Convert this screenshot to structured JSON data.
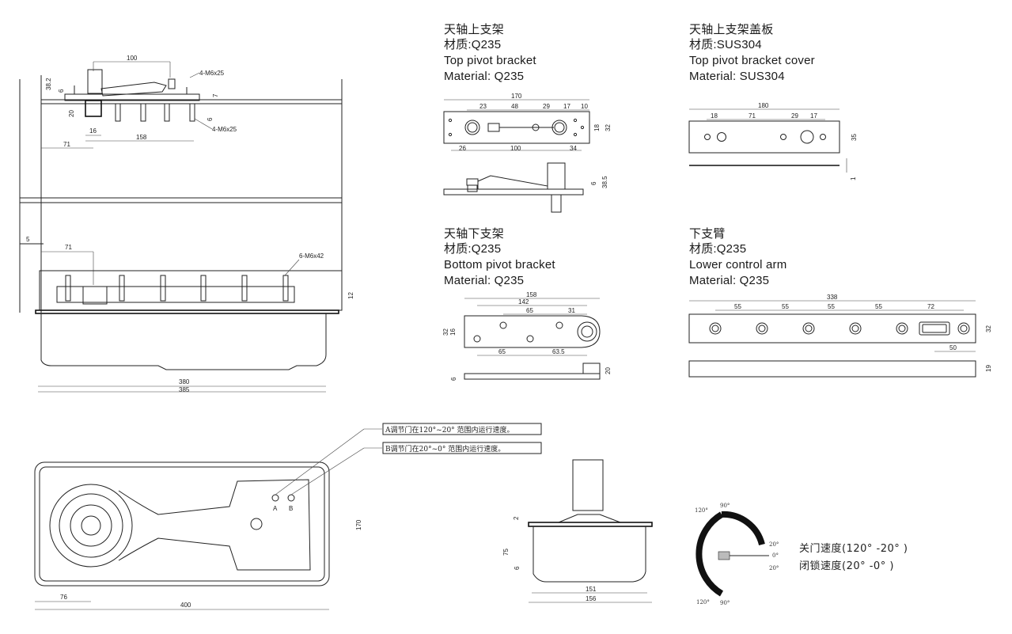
{
  "sections": {
    "top_bracket": {
      "title_cn": "天轴上支架",
      "material_cn": "材质:Q235",
      "title_en": "Top pivot bracket",
      "material_en": "Material: Q235",
      "dims": {
        "total": "170",
        "a": "23",
        "b": "48",
        "c": "29",
        "d": "17",
        "e": "10",
        "left": "26",
        "mid": "100",
        "right": "34",
        "h1": "18",
        "h2": "32",
        "side_h1": "6",
        "side_h2": "38.5"
      }
    },
    "top_cover": {
      "title_cn": "天轴上支架盖板",
      "material_cn": "材质:SUS304",
      "title_en": "Top pivot bracket cover",
      "material_en": "Material: SUS304",
      "dims": {
        "total": "180",
        "a": "18",
        "b": "71",
        "c": "29",
        "d": "17",
        "h": "35",
        "t": "1"
      }
    },
    "bottom_bracket": {
      "title_cn": "天轴下支架",
      "material_cn": "材质:Q235",
      "title_en": "Bottom pivot bracket",
      "material_en": "Material: Q235",
      "dims": {
        "total": "158",
        "b": "142",
        "c": "65",
        "d": "31",
        "bl": "65",
        "br": "63.5",
        "h1": "16",
        "h2": "32",
        "side_t": "6",
        "side_h": "20"
      }
    },
    "lower_arm": {
      "title_cn": "下支臂",
      "material_cn": "材质:Q235",
      "title_en": "Lower control arm",
      "material_en": "Material: Q235",
      "dims": {
        "total": "338",
        "s1": "55",
        "s2": "55",
        "s3": "55",
        "s4": "55",
        "s5": "72",
        "slot": "50",
        "h": "32",
        "side_h": "19"
      }
    }
  },
  "assembly": {
    "dims": {
      "top": "100",
      "h382": "38.2",
      "h6a": "6",
      "h20": "20",
      "w16": "16",
      "w158": "158",
      "w71": "71",
      "h7": "7",
      "h6b": "6",
      "screw1": "4-M6x25",
      "screw2": "4-M6x25",
      "off5": "5",
      "w71b": "71",
      "screw3": "6-M6x42",
      "h12": "12",
      "w380": "380",
      "w385": "385"
    }
  },
  "plan_view": {
    "note_a": "A调节门在120°~20° 范围内运行速度。",
    "note_b": "B调节门在20°~0° 范围内运行速度。",
    "label_a": "A",
    "label_b": "B",
    "dims": {
      "w76": "76",
      "w400": "400",
      "h170": "170"
    }
  },
  "section_view": {
    "dims": {
      "h2": "2",
      "h75": "75",
      "h6": "6",
      "w151": "151",
      "w156": "156"
    }
  },
  "speed_diagram": {
    "deg120_top": "120°",
    "deg90_top": "90°",
    "deg20_a": "20°",
    "deg0": "0°",
    "deg20_b": "20°",
    "deg120_bot": "120°",
    "deg90_bot": "90°",
    "close_speed": "关门速度(120° -20° )",
    "latch_speed": "闭锁速度(20° -0° )"
  }
}
